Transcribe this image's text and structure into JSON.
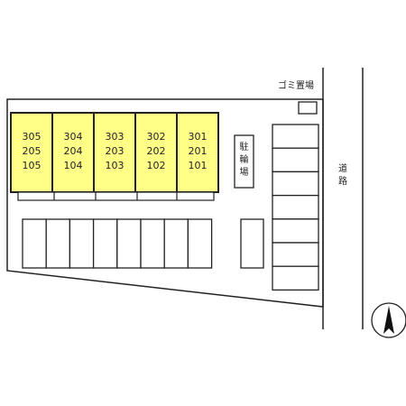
{
  "garbage_area": {
    "label": "ゴミ置場"
  },
  "road": {
    "label": "道路"
  },
  "bicycle_parking": {
    "label": "駐輪場"
  },
  "north_arrow": {
    "icon": "north-arrow-icon"
  },
  "colors": {
    "unit_fill": "#ffff88",
    "line": "#222222",
    "background": "#ffffff"
  },
  "units": [
    {
      "top": "305",
      "mid": "205",
      "bottom": "105"
    },
    {
      "top": "304",
      "mid": "204",
      "bottom": "104"
    },
    {
      "top": "303",
      "mid": "203",
      "bottom": "103"
    },
    {
      "top": "302",
      "mid": "202",
      "bottom": "102"
    },
    {
      "top": "301",
      "mid": "201",
      "bottom": "101"
    }
  ]
}
